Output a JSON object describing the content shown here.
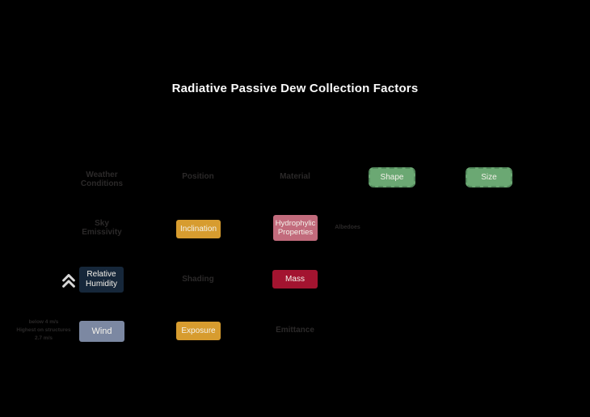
{
  "title": "Radiative Passive Dew Collection Factors",
  "colors": {
    "background": "#000000",
    "title_text": "#fafafa",
    "dim_text": "#2b2929",
    "chip_text": "#f4f1ea",
    "green": "#6ba873",
    "green_border": "#548a5d",
    "amber": "#d79c2f",
    "pink": "#c26b7c",
    "crimson": "#a31430",
    "navy": "#16273a",
    "bluegray": "#7c88a2",
    "chevron": "#d8d8d8"
  },
  "columns": {
    "weather": "Weather Conditions",
    "position": "Position",
    "material": "Material",
    "shape": "Shape",
    "size": "Size"
  },
  "factors": {
    "sky_emissivity": "Sky Emissivity",
    "inclination": "Inclination",
    "hydrophylic": "Hydrophylic Properties",
    "albedoes": "Albedoes",
    "relative_humidity": "Relative Humidity",
    "shading": "Shading",
    "mass": "Mass",
    "wind": "Wind",
    "exposure": "Exposure",
    "emittance": "Emittance"
  },
  "wind_note": {
    "line1": "below 4 m/s",
    "line2": "Highest on structures",
    "line3": "2.7 m/s"
  },
  "icons": {
    "chevron_double_up": "chevron-double-up"
  }
}
